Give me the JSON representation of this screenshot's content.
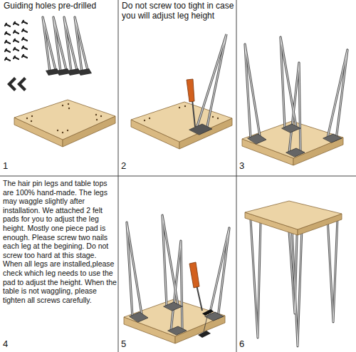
{
  "diagram": {
    "labels": [
      "Guiding holes pre-drilled",
      "Do not screw too tight in case you will adjust leg height",
      "1",
      "2",
      "3",
      "The hair pin legs and table tops are 100% hand-made. The legs may waggle slightly after installation. We attached 2 felt pads for you to adjust the leg height. Mostly one piece pad is enough. Please screw two nails each leg at the begining. Do not screw too hard at this stage. When all legs are installed,please check which leg needs to use the pad to adjust the height. When the table is not waggling, please tighten all screws carefully.",
      "4",
      "5",
      "6"
    ]
  }
}
